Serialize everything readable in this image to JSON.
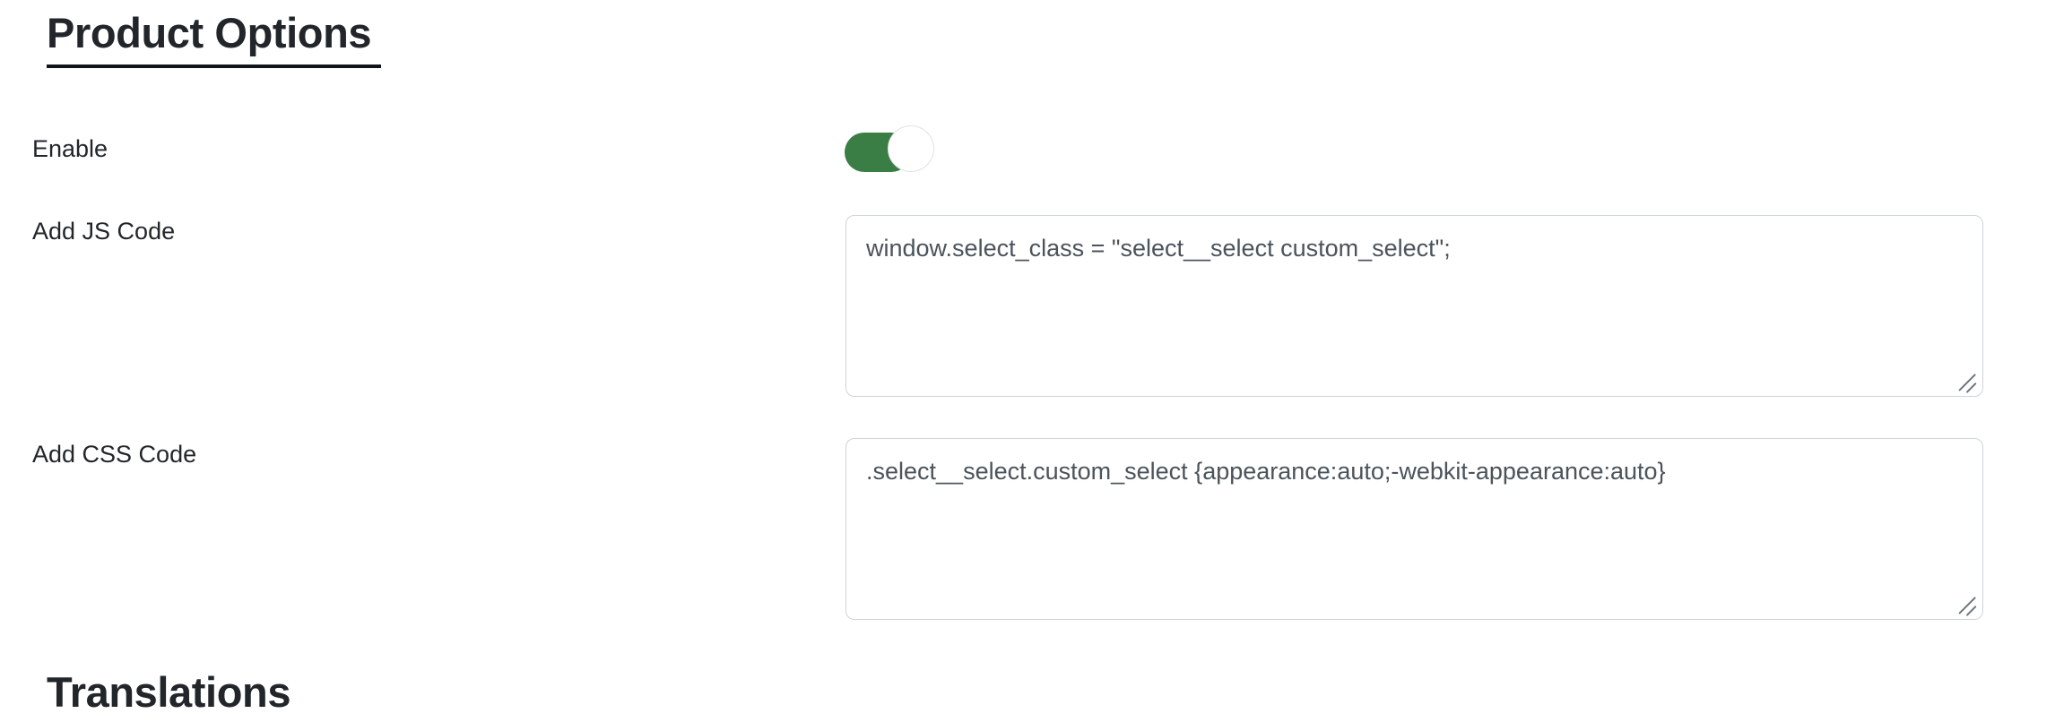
{
  "sections": {
    "product_options": {
      "heading": "Product Options"
    },
    "translations": {
      "heading": "Translations"
    }
  },
  "fields": {
    "enable": {
      "label": "Enable",
      "toggle": {
        "state": "on",
        "icon": "toggle-on-icon",
        "track_color": "#3a7d45",
        "knob_color": "#ffffff"
      }
    },
    "js_code": {
      "label": "Add JS Code",
      "value": "window.select_class = \"select__select custom_select\";",
      "placeholder": ""
    },
    "css_code": {
      "label": "Add CSS Code",
      "value": ".select__select.custom_select {appearance:auto;-webkit-appearance:auto}",
      "placeholder": ""
    }
  },
  "theme": {
    "page_background": "#ffffff",
    "heading_color": "#22262b",
    "label_color": "#22262b",
    "input_border_color": "#ced4da",
    "input_text_color": "#4b535b",
    "accent_color": "#3a7d45"
  }
}
